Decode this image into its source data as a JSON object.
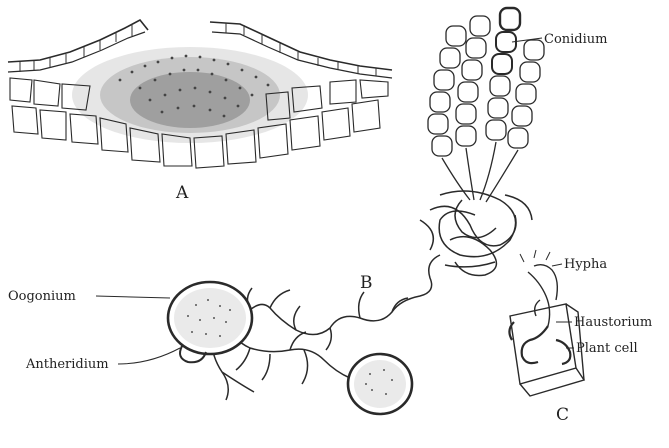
{
  "panels": {
    "a": "A",
    "b": "B",
    "c": "C"
  },
  "labels": {
    "conidium": "Conidium",
    "oogonium": "Oogonium",
    "antheridium": "Antheridium",
    "hypha": "Hypha",
    "haustorium": "Haustorium",
    "plant_cell": "Plant cell"
  }
}
